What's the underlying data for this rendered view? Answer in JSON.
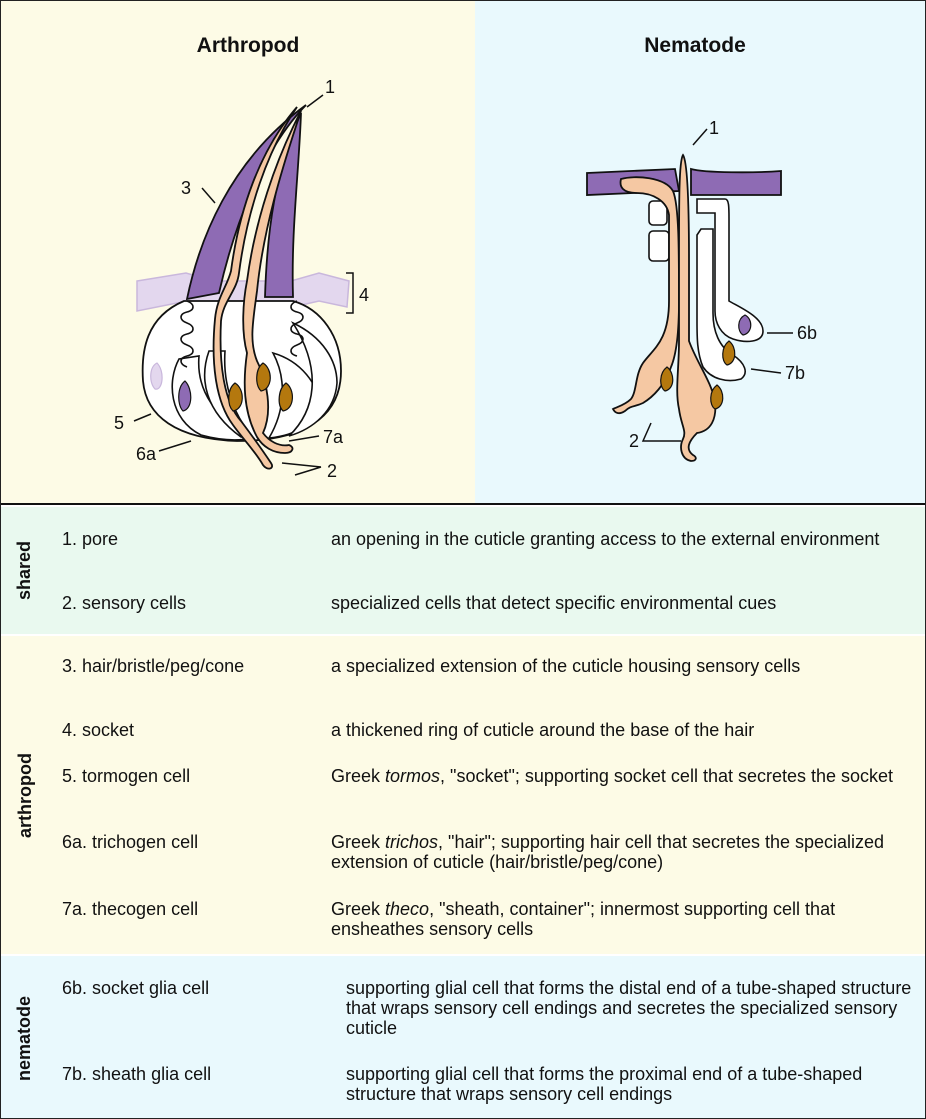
{
  "panels": {
    "arthropod_title": "Arthropod",
    "nematode_title": "Nematode"
  },
  "arthropod_callouts": [
    "1",
    "3",
    "4",
    "5",
    "6a",
    "7a",
    "2"
  ],
  "nematode_callouts": [
    "1",
    "6b",
    "7b",
    "2"
  ],
  "colors": {
    "purple": "#8e6bb4",
    "light_purple": "#e3d7ee",
    "tan": "#f5c8a3",
    "nucleus_brown": "#b4780e",
    "arthropod_bg": "#fdfbe6",
    "nematode_bg": "#e9f9fd",
    "shared_bg": "#e9f9ef"
  },
  "sections": [
    {
      "label": "shared",
      "rows": [
        {
          "term": "1. pore",
          "def": "an opening in the cuticle granting access to the external environment"
        },
        {
          "term": "2. sensory cells",
          "def": "specialized cells that detect specific environmental cues"
        }
      ]
    },
    {
      "label": "arthropod",
      "rows": [
        {
          "term": "3. hair/bristle/peg/cone",
          "def": "a specialized extension of the cuticle housing sensory cells"
        },
        {
          "term": "4. socket",
          "def": "a thickened ring of cuticle around the base of the hair"
        },
        {
          "term": "5.  tormogen cell",
          "def_prefix": "Greek ",
          "def_italic": "tormos",
          "def_rest": ", \"socket\"; supporting socket cell that secretes the socket"
        },
        {
          "term": "6a. trichogen cell",
          "def_prefix": "Greek ",
          "def_italic": "trichos",
          "def_rest": ", \"hair\"; supporting hair cell that secretes the specialized extension of cuticle (hair/bristle/peg/cone)"
        },
        {
          "term": "7a. thecogen cell",
          "def_prefix": "Greek ",
          "def_italic": "theco",
          "def_rest": ", \"sheath, container\"; innermost supporting cell that ensheathes sensory cells"
        }
      ]
    },
    {
      "label": "nematode",
      "rows": [
        {
          "term": "6b. socket glia cell",
          "def": "supporting glial cell that forms the distal end of a tube-shaped structure that wraps sensory cell endings and secretes the specialized sensory cuticle"
        },
        {
          "term": "7b. sheath glia cell",
          "def": "supporting glial cell that forms the proximal end of a tube-shaped structure that wraps sensory cell endings"
        }
      ]
    }
  ]
}
